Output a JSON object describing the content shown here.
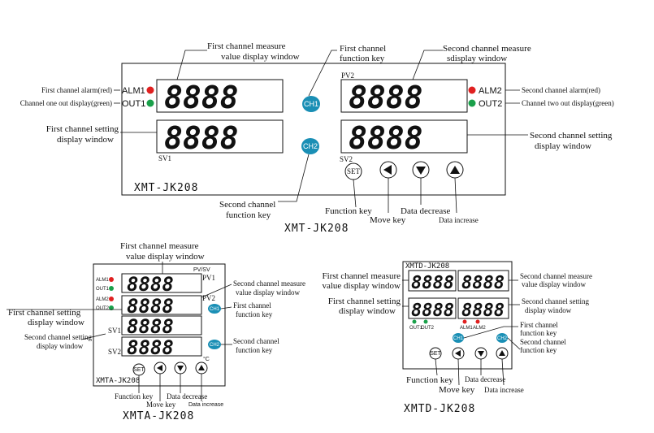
{
  "top": {
    "model_label": "XMT-JK208",
    "caption": "XMT-JK208",
    "pv_display": "8888",
    "sv_display": "8888",
    "pv2_display": "8888",
    "sv2_display": "8888",
    "tag_pv2": "PV2",
    "tag_sv1": "SV1",
    "tag_sv2": "SV2",
    "alm1": "ALM1",
    "out1": "OUT1",
    "alm2": "ALM2",
    "out2": "OUT2",
    "ch1": "CH1",
    "ch2": "CH2",
    "set": "SET",
    "labels": {
      "first_measure": [
        "First channel measure",
        "value display window"
      ],
      "first_function": [
        "First channel",
        "function key"
      ],
      "second_measure": [
        "Second channel measure",
        "sdisplay window"
      ],
      "first_alarm": "First channel alarm(red)",
      "channel_one_out": "Channel one out display(green)",
      "first_setting": [
        "First channel setting",
        "display window"
      ],
      "second_alarm": "Second channel alarm(red)",
      "channel_two_out": "Channel two out display(green)",
      "second_setting": [
        "Second channel setting",
        "display window"
      ],
      "second_function": [
        "Second channel",
        "function key"
      ],
      "function_key": "Function key",
      "move_key": "Move key",
      "data_decrease": "Data decrease",
      "data_increase": "Data increase"
    }
  },
  "xmta": {
    "model_label": "XMTA-JK208",
    "caption": "XMTA-JK208",
    "display": "8888",
    "tag_pvsv": "PV/SV",
    "tag_pv1": "PV1",
    "tag_pv2": "PV2",
    "tag_sv1": "SV1",
    "tag_sv2": "SV2",
    "tag_c": "°C",
    "alm1": "ALM1",
    "out1": "OUT1",
    "alm2": "ALM2",
    "out2": "OUT2",
    "ch1": "CH1",
    "ch2": "CH2",
    "set": "SET",
    "labels": {
      "first_measure": [
        "First channel measure",
        "value display window"
      ],
      "second_measure": [
        "Second channel measure",
        "value display window"
      ],
      "first_function": [
        "First channel",
        "function key"
      ],
      "first_setting": [
        "First channel setting",
        "display window"
      ],
      "second_setting": [
        "Second channel setting",
        "display window"
      ],
      "second_function": [
        "Second channel",
        "function key"
      ],
      "function_key": "Function key",
      "move_key": "Move key",
      "data_decrease": "Data decrease",
      "data_increase": "Data increase"
    }
  },
  "xmtd": {
    "model_label": "XMTD-JK208",
    "caption": "XMTD-JK208",
    "display": "8888",
    "alm1": "ALM1",
    "alm2": "ALM2",
    "out1": "OUT1",
    "out2": "OUT2",
    "ch1": "CH1",
    "ch2": "CH2",
    "set": "SET",
    "labels": {
      "first_measure": [
        "First channel measure",
        "value display window"
      ],
      "second_measure": [
        "Second channel measure",
        "value display window"
      ],
      "first_setting": [
        "First channel setting",
        "display window"
      ],
      "second_setting": [
        "Second channel setting",
        "display window"
      ],
      "first_function": [
        "First channel",
        "function key"
      ],
      "second_function": [
        "Second channel",
        "function key"
      ],
      "function_key": "Function key",
      "move_key": "Move key",
      "data_decrease": "Data decrease",
      "data_increase": "Data increase"
    }
  },
  "colors": {
    "alarm": "#e02020",
    "out": "#1aa04a",
    "ch_key": "#1a8fb5"
  }
}
